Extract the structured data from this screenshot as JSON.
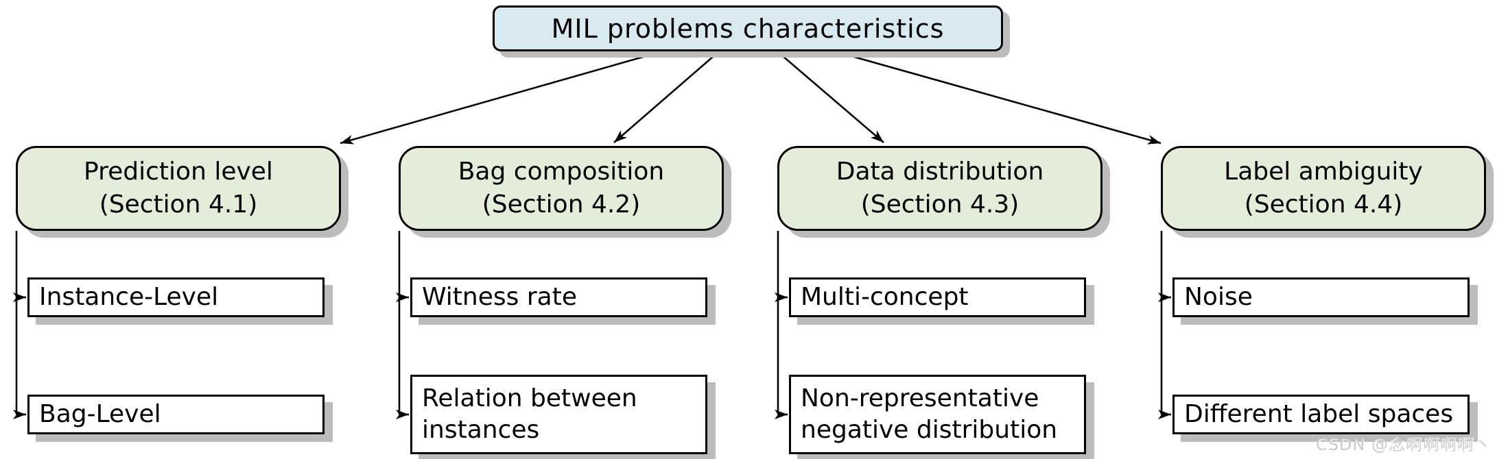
{
  "diagram": {
    "root_label": "MIL problems characteristics",
    "branches": [
      {
        "title": "Prediction level",
        "subtitle": "(Section 4.1)",
        "children": [
          "Instance-Level",
          "Bag-Level"
        ]
      },
      {
        "title": "Bag composition",
        "subtitle": "(Section 4.2)",
        "children": [
          "Witness rate",
          "Relation between instances"
        ]
      },
      {
        "title": "Data distribution",
        "subtitle": "(Section 4.3)",
        "children": [
          "Multi-concept",
          "Non-representative negative distribution"
        ]
      },
      {
        "title": "Label ambiguity",
        "subtitle": "(Section 4.4)",
        "children": [
          "Noise",
          "Different label spaces"
        ]
      }
    ],
    "colors": {
      "root_fill": "#d9e9f2",
      "branch_fill": "#e4ecda",
      "leaf_fill": "#ffffff",
      "border": "#000000",
      "shadow": "#bcbcbc"
    }
  },
  "watermark": {
    "text": "CSDN @念啊啊啊啊丶"
  }
}
